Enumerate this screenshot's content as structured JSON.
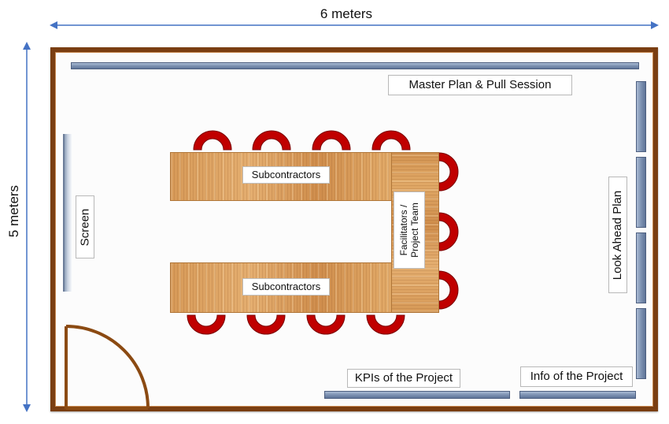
{
  "dimensions": {
    "width_label": "6 meters",
    "height_label": "5 meters"
  },
  "labels": {
    "master_plan": "Master Plan & Pull Session",
    "look_ahead": "Look Ahead Plan",
    "screen": "Screen",
    "subcontractors_top": "Subcontractors",
    "subcontractors_bottom": "Subcontractors",
    "facilitators_line1": "Facilitators /",
    "facilitators_line2": "Project Team",
    "kpis": "KPIs of the Project",
    "info": "Info of the Project"
  },
  "colors": {
    "arrow": "#4472c4",
    "wall": "#7a3e12",
    "chair": "#c00000",
    "door": "#8b4a12"
  },
  "icons": {
    "chair": "chair-icon",
    "door": "door-swing-icon"
  }
}
